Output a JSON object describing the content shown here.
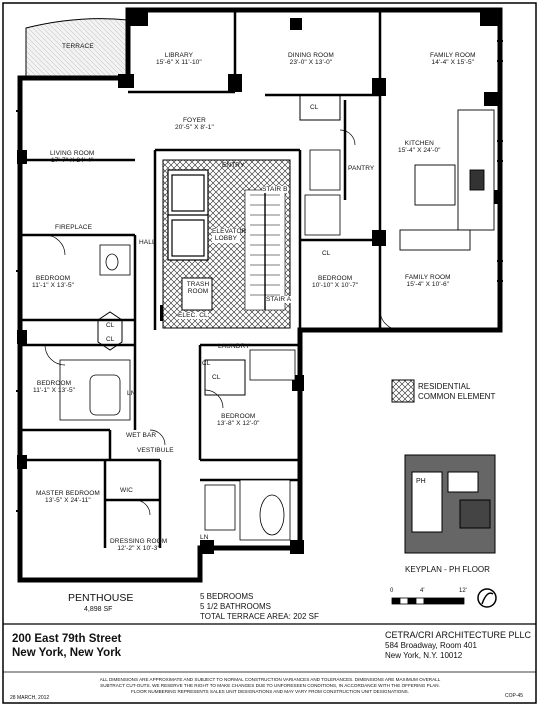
{
  "rooms": {
    "terrace": {
      "name": "TERRACE"
    },
    "library": {
      "name": "LIBRARY",
      "dims": "15'-6\" X 11'-10\""
    },
    "dining_room": {
      "name": "DINING ROOM",
      "dims": "23'-0\" X 13'-0\""
    },
    "family_room_1": {
      "name": "FAMILY ROOM",
      "dims": "14'-4\" X 15'-5\""
    },
    "foyer": {
      "name": "FOYER",
      "dims": "20'-5\" X 8'-1\""
    },
    "living_room": {
      "name": "LIVING ROOM",
      "dims": "17'-7\" X 24'-4\""
    },
    "kitchen": {
      "name": "KITCHEN",
      "dims": "15'-4\" X 24'-0\""
    },
    "pantry": {
      "name": "PANTRY"
    },
    "entry": {
      "name": "ENTRY"
    },
    "stair_b": {
      "name": "STAIR B"
    },
    "stair_a": {
      "name": "STAIR A"
    },
    "elevator_lobby": {
      "name": "ELEVATOR LOBBY"
    },
    "trash_room": {
      "name": "TRASH ROOM"
    },
    "elec_cl": {
      "name": "ELEC. CL"
    },
    "fireplace": {
      "name": "FIREPLACE"
    },
    "hall": {
      "name": "HALL"
    },
    "bedroom_1": {
      "name": "BEDROOM",
      "dims": "11'-1\" X 13'-5\""
    },
    "bedroom_2": {
      "name": "BEDROOM",
      "dims": "10'-10\" X 10'-7\""
    },
    "family_room_2": {
      "name": "FAMILY ROOM",
      "dims": "15'-4\" X 10'-6\""
    },
    "bedroom_3": {
      "name": "BEDROOM",
      "dims": "11'-1\" X 13'-5\""
    },
    "laundry": {
      "name": "LAUNDRY"
    },
    "bedroom_4": {
      "name": "BEDROOM",
      "dims": "13'-8\" X 12'-0\""
    },
    "wet_bar": {
      "name": "WET BAR"
    },
    "vestibule": {
      "name": "VESTIBULE"
    },
    "master_bedroom": {
      "name": "MASTER BEDROOM",
      "dims": "13'-5\" X 24'-11\""
    },
    "wic": {
      "name": "WIC"
    },
    "dressing_room": {
      "name": "DRESSING ROOM",
      "dims": "12'-2\" X 10'-3\""
    },
    "cl_label": "CL",
    "ln_label": "LN"
  },
  "legend": {
    "line1": "RESIDENTIAL",
    "line2": "COMMON ELEMENT"
  },
  "keyplan": {
    "ph": "PH",
    "caption": "KEYPLAN - PH FLOOR"
  },
  "scale": {
    "zero": "0",
    "mid": "4'",
    "end": "12'"
  },
  "unit": {
    "name": "PENTHOUSE",
    "area": "4,898 SF",
    "bedrooms": "5 BEDROOMS",
    "bathrooms": "5 1/2 BATHROOMS",
    "terrace_area": "TOTAL TERRACE AREA:  202 SF"
  },
  "address": {
    "line1": "200 East 79th Street",
    "line2": "New York, New York"
  },
  "architect": {
    "name": "CETRA/CRI ARCHITECTURE PLLC",
    "street": "584 Broadway, Room 401",
    "city": "New York, N.Y. 10012"
  },
  "disclaimer": {
    "line1": "ALL DIMENSIONS ARE APPROXIMATE AND SUBJECT TO NORMAL CONSTRUCTION VARIANCES AND TOLERANCES. DIMENSIONS ARE MAXIMUM OVERALL",
    "line2": "SUBTRACT CUT-OUTS. WE RESERVE THE RIGHT TO MAKE CHANGES DUE TO UNFORESEEN CONDITIONS, IN ACCORDANCE WITH THE OFFERING PLAN.",
    "line3": "FLOOR NUMBERING REPRESENTS SALES UNIT DESIGNATIONS AND MAY VARY FROM CONSTRUCTION UNIT DESIGNATIONS."
  },
  "date": "28 MARCH, 2012",
  "sheet_code": "COP-45"
}
